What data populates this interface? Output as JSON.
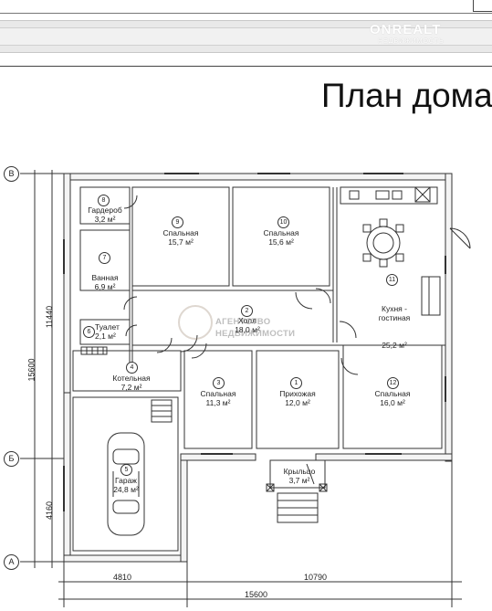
{
  "title": "План дома",
  "watermark": {
    "top_brand": "ONREALT",
    "top_sub": "НЕДВИЖИМОСТЬ",
    "line1": "АГЕНТСТВО",
    "line2": "НЕДВИЖИМОСТИ"
  },
  "rooms": [
    {
      "num": "1",
      "name": "Прихожая",
      "area": "12,0 м²"
    },
    {
      "num": "2",
      "name": "Холл",
      "area": "18,0 м²"
    },
    {
      "num": "3",
      "name": "Спальная",
      "area": "11,3 м²"
    },
    {
      "num": "4",
      "name": "Котельная",
      "area": "7,2 м²"
    },
    {
      "num": "5",
      "name": "Гараж",
      "area": "24,8 м²"
    },
    {
      "num": "6",
      "name": "Туалет",
      "area": "2,1 м²"
    },
    {
      "num": "7",
      "name": "Ванная",
      "area": "6,9 м²"
    },
    {
      "num": "8",
      "name": "Гардероб",
      "area": "3,2 м²"
    },
    {
      "num": "9",
      "name": "Спальная",
      "area": "15,7 м²"
    },
    {
      "num": "10",
      "name": "Спальная",
      "area": "15,6 м²"
    },
    {
      "num": "11",
      "name": "Кухня -\nгостиная",
      "area": "25,2 м²"
    },
    {
      "num": "12",
      "name": "Спальная",
      "area": "16,0 м²"
    },
    {
      "num": "",
      "name": "Крыльцо",
      "area": "3,7 м²"
    }
  ],
  "axes": {
    "v": "В",
    "b": "Б",
    "a": "А"
  },
  "dimensions": {
    "left_top": "11440",
    "left_total": "15600",
    "left_bottom": "4160",
    "bottom_left": "4810",
    "bottom_right": "10790",
    "bottom_total": "15600"
  }
}
